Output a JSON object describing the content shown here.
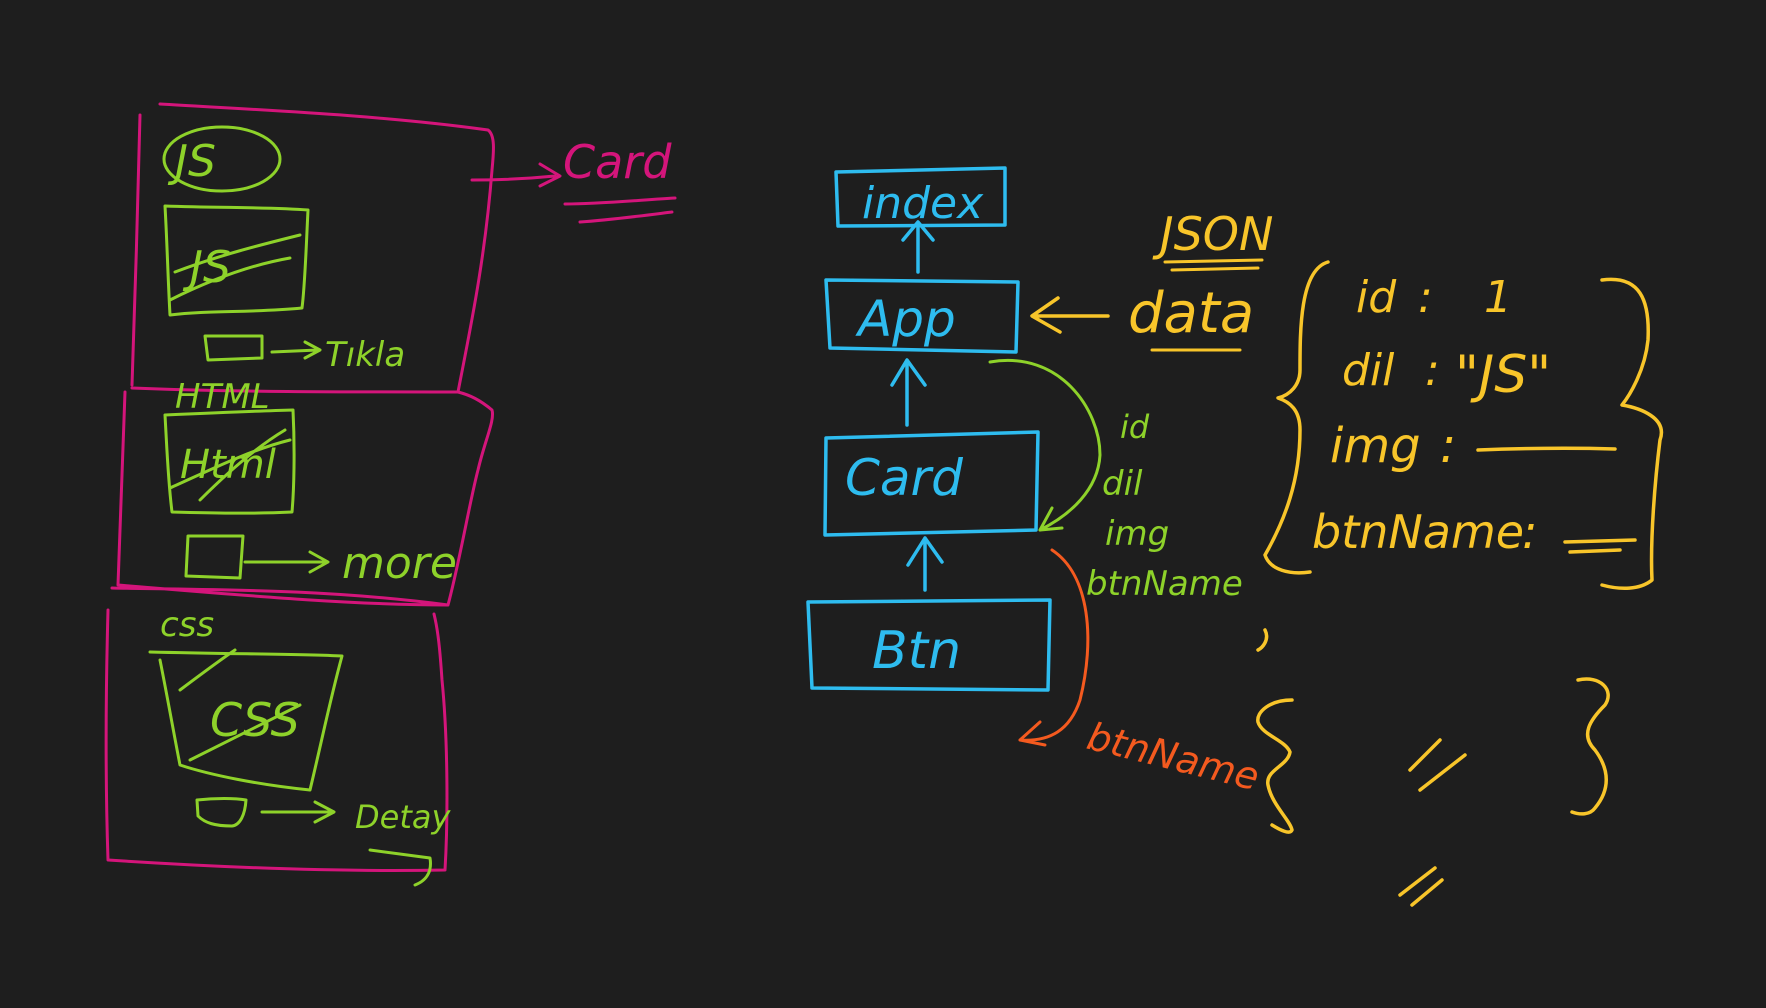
{
  "colors": {
    "background": "#1e1e1e",
    "pink": "#d4157b",
    "green": "#8ed22a",
    "blue": "#2ebcef",
    "yellow": "#f8c52a",
    "orange": "#f45a1f"
  },
  "left_cards": {
    "card_label": "Card",
    "cards": [
      {
        "heading": "JS",
        "image_text": "JS",
        "button_caption": "Tıkla"
      },
      {
        "heading": "HTML",
        "image_text": "Html",
        "button_caption": "more"
      },
      {
        "heading": "css",
        "image_text": "CSS",
        "button_caption": "Detay"
      }
    ]
  },
  "component_tree": {
    "nodes": [
      "index",
      "App",
      "Card",
      "Btn"
    ],
    "json_label": "JSON",
    "data_label": "data",
    "props_passed": [
      "id",
      "dil",
      "img",
      "btnName"
    ],
    "btn_prop": "btnName"
  },
  "json_object": {
    "rows": [
      {
        "key": "id",
        "value": "1"
      },
      {
        "key": "dil",
        "value": "\"JS\""
      },
      {
        "key": "img",
        "value": ""
      },
      {
        "key": "btnName",
        "value": ""
      }
    ],
    "empty_object_mark": "//",
    "bottom_mark": "//"
  }
}
